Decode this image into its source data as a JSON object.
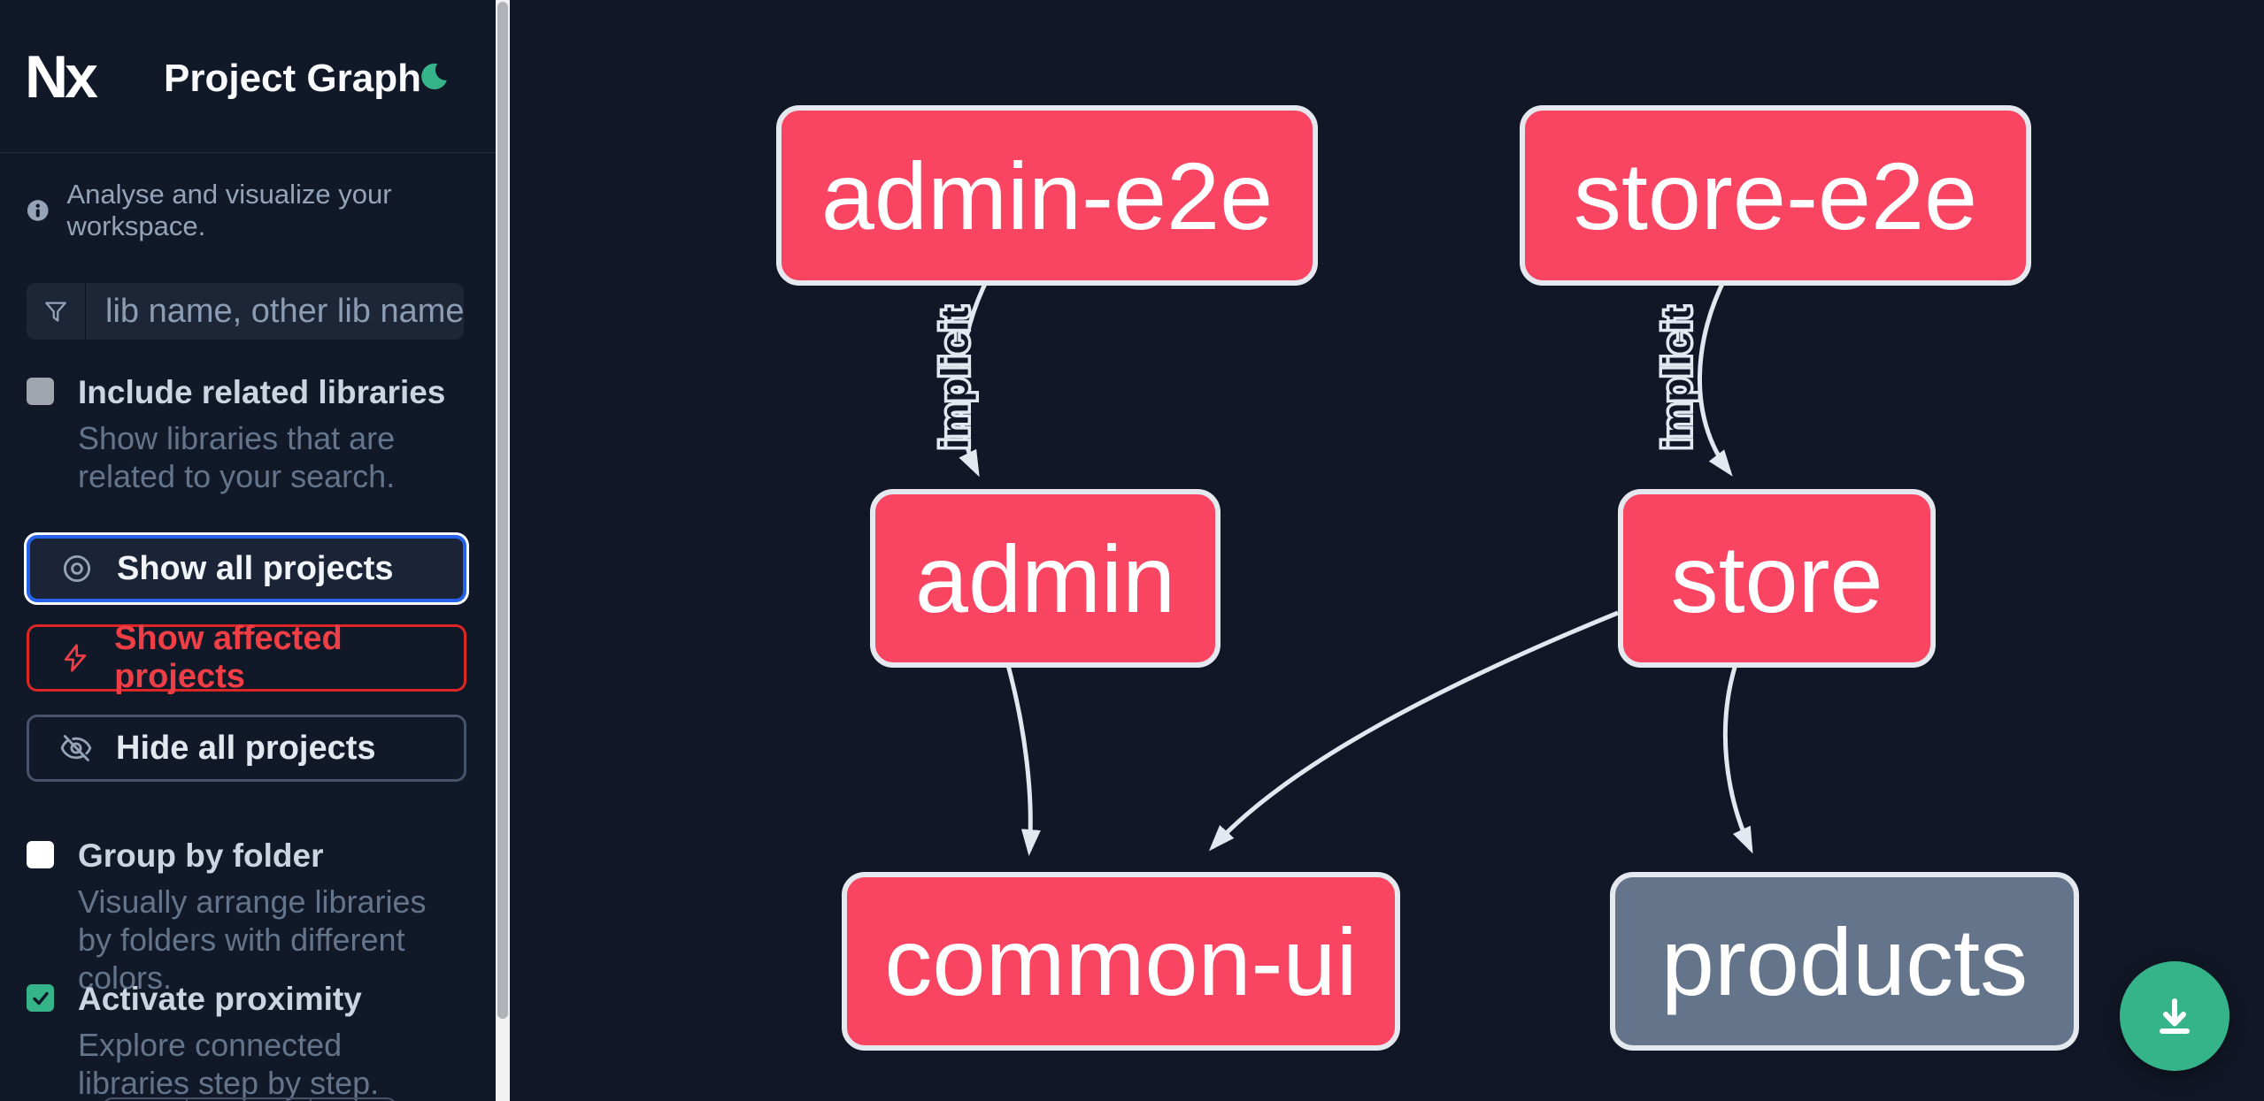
{
  "header": {
    "logo_text": "Nx",
    "title": "Project Graph"
  },
  "sidebar": {
    "tagline": "Analyse and visualize your workspace.",
    "search": {
      "placeholder": "lib name, other lib name",
      "value": ""
    },
    "include_related": {
      "label": "Include related libraries",
      "description": "Show libraries that are related to your search.",
      "checked": false,
      "disabled": true
    },
    "actions": {
      "show_all": "Show all projects",
      "show_affected": "Show affected projects",
      "hide_all": "Hide all projects",
      "selected": "Show all projects"
    },
    "group_by_folder": {
      "label": "Group by folder",
      "description": "Visually arrange libraries by folders with different colors.",
      "checked": false
    },
    "activate_proximity": {
      "label": "Activate proximity",
      "description": "Explore connected libraries step by step.",
      "checked": true
    }
  },
  "graph": {
    "nodes": [
      {
        "id": "admin-e2e",
        "kind": "affected"
      },
      {
        "id": "store-e2e",
        "kind": "affected"
      },
      {
        "id": "admin",
        "kind": "affected"
      },
      {
        "id": "store",
        "kind": "affected"
      },
      {
        "id": "common-ui",
        "kind": "affected"
      },
      {
        "id": "products",
        "kind": "normal"
      }
    ],
    "edges": [
      {
        "from": "admin-e2e",
        "to": "admin",
        "label": "implicit"
      },
      {
        "from": "store-e2e",
        "to": "store",
        "label": "implicit"
      },
      {
        "from": "admin",
        "to": "common-ui",
        "label": ""
      },
      {
        "from": "store",
        "to": "common-ui",
        "label": ""
      },
      {
        "from": "store",
        "to": "products",
        "label": ""
      }
    ]
  },
  "fab": {
    "action": "download-graph-image"
  },
  "colors": {
    "background": "#111726",
    "affected_node": "#f94561",
    "normal_node": "#64748b",
    "edge": "#e2e8f0",
    "accent_green": "#34b488",
    "focus_blue": "#2563eb",
    "danger_red": "#ef4444"
  }
}
